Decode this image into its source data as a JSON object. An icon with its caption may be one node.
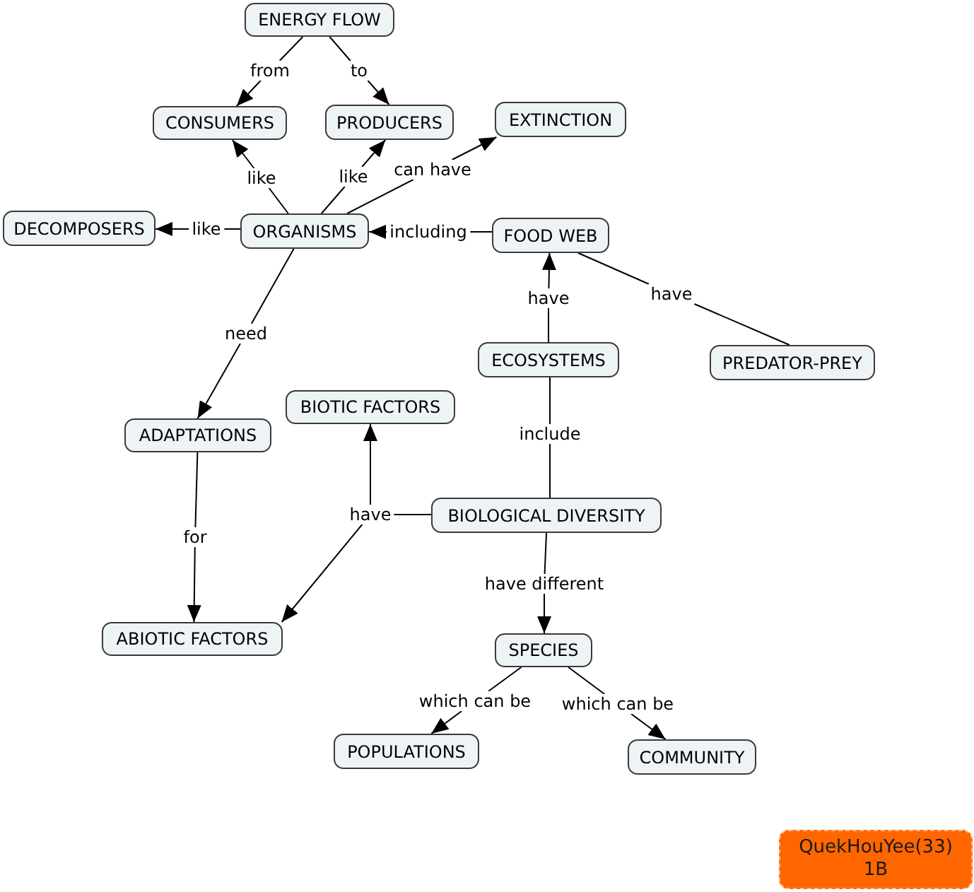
{
  "diagram": {
    "nodes": [
      {
        "text": [
          "ENERGY FLOW"
        ]
      },
      {
        "text": [
          "from"
        ]
      },
      {
        "text": [
          "to"
        ]
      },
      {
        "text": [
          "CONSUMERS"
        ]
      },
      {
        "text": [
          "PRODUCERS"
        ]
      },
      {
        "text": [
          "EXTINCTION"
        ]
      },
      {
        "text": [
          "like"
        ]
      },
      {
        "text": [
          "like"
        ]
      },
      {
        "text": [
          "can have"
        ]
      },
      {
        "text": [
          "DECOMPOSERS"
        ]
      },
      {
        "text": [
          "like"
        ]
      },
      {
        "text": [
          "ORGANISMS"
        ]
      },
      {
        "text": [
          "including"
        ]
      },
      {
        "text": [
          "FOOD WEB"
        ]
      },
      {
        "text": [
          "have"
        ]
      },
      {
        "text": [
          "have"
        ]
      },
      {
        "text": [
          "need"
        ]
      },
      {
        "text": [
          "ECOSYSTEMS"
        ]
      },
      {
        "text": [
          "PREDATOR-PREY"
        ]
      },
      {
        "text": [
          "BIOTIC FACTORS"
        ]
      },
      {
        "text": [
          "ADAPTATIONS"
        ]
      },
      {
        "text": [
          "include"
        ]
      },
      {
        "text": [
          "have"
        ]
      },
      {
        "text": [
          "BIOLOGICAL DIVERSITY"
        ]
      },
      {
        "text": [
          "for"
        ]
      },
      {
        "text": [
          "have different"
        ]
      },
      {
        "text": [
          "ABIOTIC FACTORS"
        ]
      },
      {
        "text": [
          "SPECIES"
        ]
      },
      {
        "text": [
          "which can be"
        ]
      },
      {
        "text": [
          "which can be"
        ]
      },
      {
        "text": [
          "POPULATIONS"
        ]
      },
      {
        "text": [
          "COMMUNITY"
        ]
      },
      {
        "text": [
          "QuekHouYee(33) 1B"
        ]
      }
    ],
    "edges": [
      {
        "from": 0,
        "to": 1,
        "arrow": "none"
      },
      {
        "from": 1,
        "to": 3,
        "arrow": "to"
      },
      {
        "from": 0,
        "to": 2,
        "arrow": "none"
      },
      {
        "from": 2,
        "to": 4,
        "arrow": "to"
      },
      {
        "from": 11,
        "to": 6,
        "arrow": "none"
      },
      {
        "from": 6,
        "to": 3,
        "arrow": "to"
      },
      {
        "from": 11,
        "to": 7,
        "arrow": "none"
      },
      {
        "from": 7,
        "to": 4,
        "arrow": "to"
      },
      {
        "from": 11,
        "to": 8,
        "arrow": "none"
      },
      {
        "from": 8,
        "to": 5,
        "arrow": "to"
      },
      {
        "from": 11,
        "to": 10,
        "arrow": "none"
      },
      {
        "from": 10,
        "to": 9,
        "arrow": "to"
      },
      {
        "from": 13,
        "to": 12,
        "arrow": "none"
      },
      {
        "from": 12,
        "to": 11,
        "arrow": "to"
      },
      {
        "from": 17,
        "to": 14,
        "arrow": "none"
      },
      {
        "from": 14,
        "to": 13,
        "arrow": "to"
      },
      {
        "from": 13,
        "to": 15,
        "arrow": "none"
      },
      {
        "from": 15,
        "to": 18,
        "arrow": "none"
      },
      {
        "from": 11,
        "to": 16,
        "arrow": "none"
      },
      {
        "from": 16,
        "to": 20,
        "arrow": "to"
      },
      {
        "from": 20,
        "to": 24,
        "arrow": "none"
      },
      {
        "from": 24,
        "to": 26,
        "arrow": "to"
      },
      {
        "from": 23,
        "to": 21,
        "arrow": "none"
      },
      {
        "from": 21,
        "to": 17,
        "arrow": "none"
      },
      {
        "from": 23,
        "to": 22,
        "arrow": "none"
      },
      {
        "from": 22,
        "to": 19,
        "arrow": "to"
      },
      {
        "from": 22,
        "to": 26,
        "arrow": "to"
      },
      {
        "from": 23,
        "to": 25,
        "arrow": "none"
      },
      {
        "from": 25,
        "to": 27,
        "arrow": "to"
      },
      {
        "from": 27,
        "to": 28,
        "arrow": "none"
      },
      {
        "from": 28,
        "to": 30,
        "arrow": "to"
      },
      {
        "from": 27,
        "to": 29,
        "arrow": "none"
      },
      {
        "from": 29,
        "to": 31,
        "arrow": "to"
      }
    ]
  }
}
